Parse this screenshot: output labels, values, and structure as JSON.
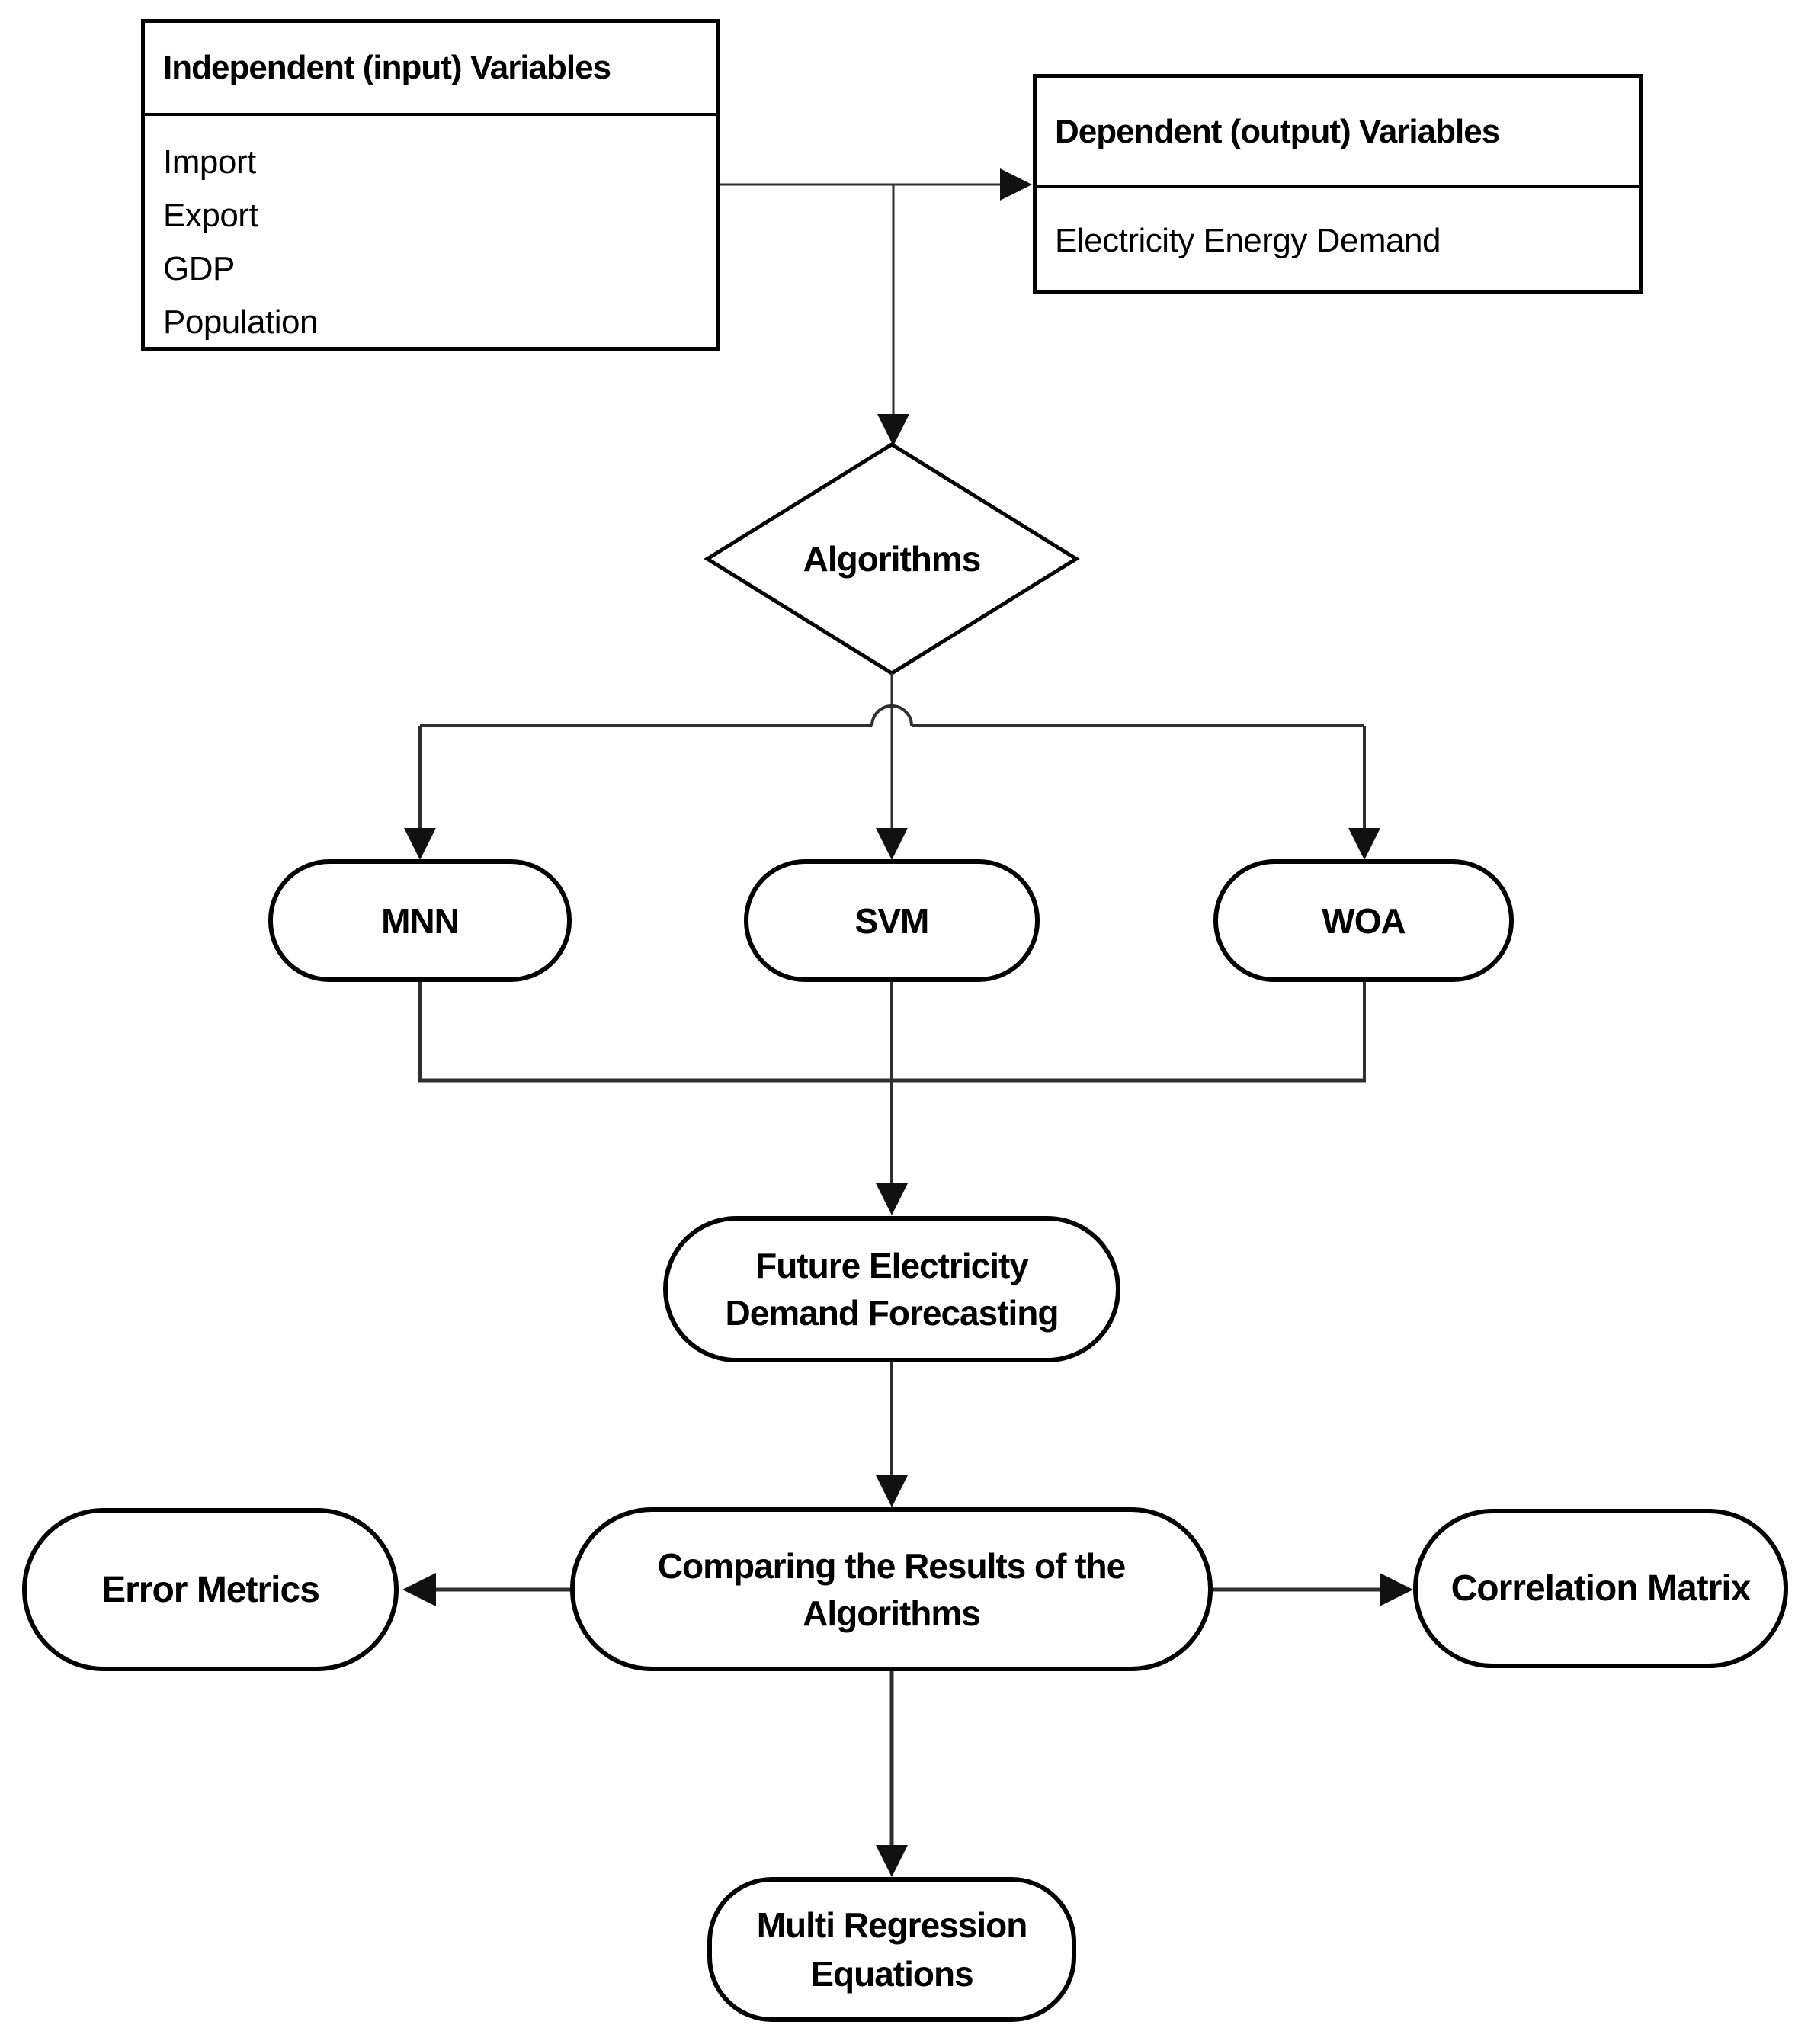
{
  "nodes": {
    "independent": {
      "title": "Independent (input) Variables",
      "items": [
        "Import",
        "Export",
        "GDP",
        "Population"
      ]
    },
    "dependent": {
      "title": "Dependent (output) Variables",
      "value": "Electricity Energy Demand"
    },
    "algorithms": {
      "label": "Algorithms"
    },
    "mnn": {
      "label": "MNN"
    },
    "svm": {
      "label": "SVM"
    },
    "woa": {
      "label": "WOA"
    },
    "forecasting": {
      "label": "Future Electricity Demand Forecasting"
    },
    "comparing": {
      "label": "Comparing the Results of the Algorithms"
    },
    "error_metrics": {
      "label": "Error Metrics"
    },
    "correlation_matrix": {
      "label": "Correlation Matrix"
    },
    "multi_regression": {
      "label": "Multi Regression Equations"
    }
  },
  "colors": {
    "background": "#ffffff",
    "box_border": "#000000",
    "connector": "#2f2f2f",
    "arrowhead": "#111111",
    "text": "#000000"
  }
}
